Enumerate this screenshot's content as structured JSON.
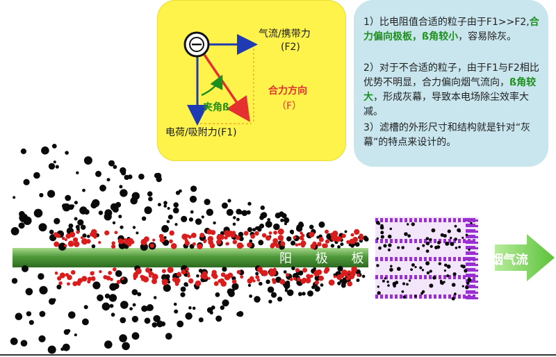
{
  "force_diagram": {
    "label_airflow": "气流/携带力",
    "label_f2": "(F2)",
    "label_resultant": "合力方向",
    "label_f": "（F）",
    "label_angle": "夹角ß",
    "label_charge": "电荷/吸附力(F1)",
    "particle_symbol": "⊖",
    "colors": {
      "box": "#fdf34a",
      "arrow_blue": "#1f3bb3",
      "arrow_red": "#e53030",
      "angle_green": "#1d8f1d"
    }
  },
  "explanation": {
    "p1_a": "1）比电阻值合适的粒子由于F1>>F2,",
    "p1_hl1": "合力偏向极板，ß角较小",
    "p1_b": "，容易除灰。",
    "p2_a": "2）对于不合适的粒子，由于F1与F2相比优势不明显，合力偏向烟气流向，",
    "p2_hl1": "ß角较大",
    "p2_b": "，形成灰幕，导致本电场除尘效率大减。",
    "p3": "3）滤槽的外形尺寸和结构就是针对“灰幕”的特点来设计的。",
    "colors": {
      "box": "#c9e6ee",
      "highlight": "#1d8f1d"
    }
  },
  "scene": {
    "electrode_label": "阳 极 板",
    "flow_label": "烟气流",
    "colors": {
      "electrode": "#4f9a3a",
      "particle_dark": "#0a0a0a",
      "particle_red": "#d91c1c",
      "filter": "#9a2fd1",
      "flow_arrow": "#7fd45a"
    }
  }
}
